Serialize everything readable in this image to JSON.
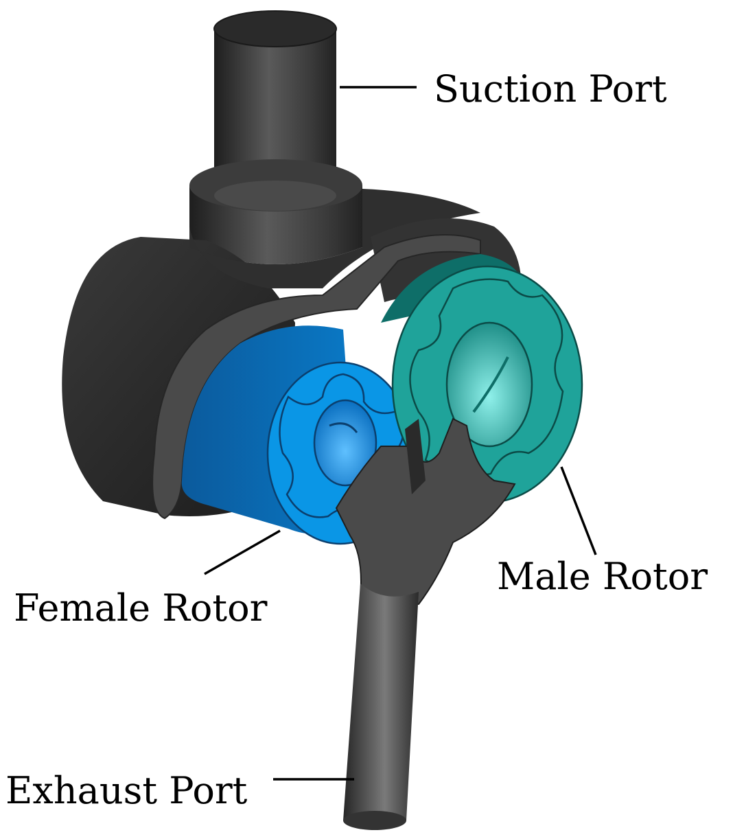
{
  "labels": {
    "suction_port": "Suction Port",
    "female_rotor": "Female Rotor",
    "male_rotor": "Male Rotor",
    "exhaust_port": "Exhaust Port"
  },
  "colors": {
    "background": "#ffffff",
    "casing_dark": "#2e2e2e",
    "casing_mid": "#4a4a4a",
    "casing_light": "#6b6b6b",
    "female_rotor": "#0a8fe0",
    "female_rotor_shadow": "#0a5fa6",
    "male_rotor": "#1fa39a",
    "male_rotor_shadow": "#0e6e68",
    "male_rotor_bore": "#4fd4cc",
    "leader_line": "#000000"
  }
}
